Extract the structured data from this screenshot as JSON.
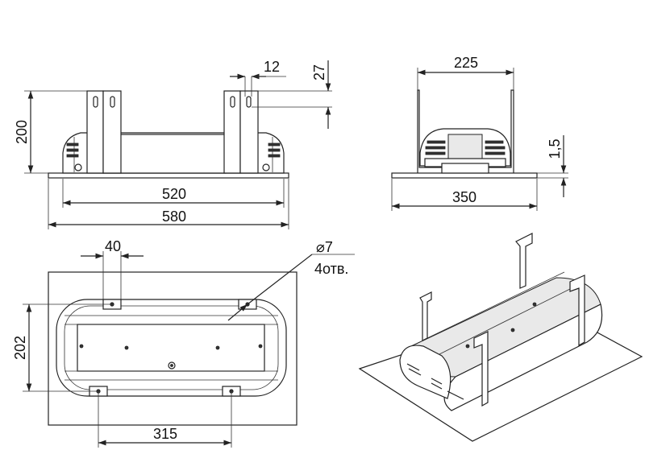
{
  "dimensions": {
    "front_hole_width": "12",
    "front_hole_offset": "27",
    "front_height": "200",
    "front_body_length": "520",
    "front_plate_length": "580",
    "side_bracket_width": "225",
    "side_plate_thickness": "1,5",
    "side_plate_width": "350",
    "top_bracket_width": "40",
    "top_depth": "202",
    "top_hole_spacing": "315"
  },
  "hole_callout": {
    "diameter": "⌀7",
    "count": "4отв."
  }
}
